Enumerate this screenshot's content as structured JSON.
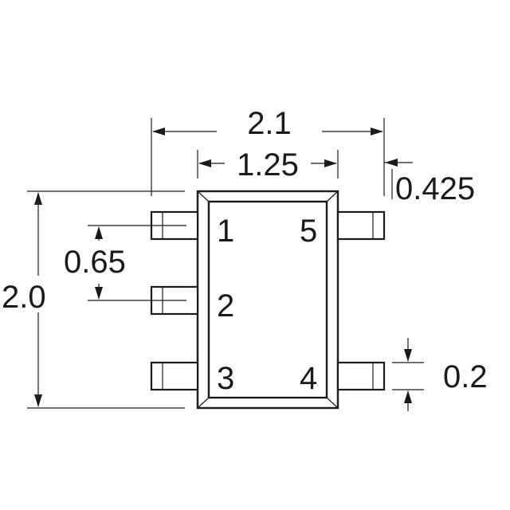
{
  "dimensions": {
    "overall_width": "2.1",
    "body_width": "1.25",
    "lead_offset": "0.425",
    "pitch": "0.65",
    "overall_height": "2.0",
    "lead_width": "0.2"
  },
  "pins": {
    "p1": "1",
    "p2": "2",
    "p3": "3",
    "p4": "4",
    "p5": "5"
  },
  "colors": {
    "line": "#1a1a1a",
    "background": "#ffffff"
  }
}
